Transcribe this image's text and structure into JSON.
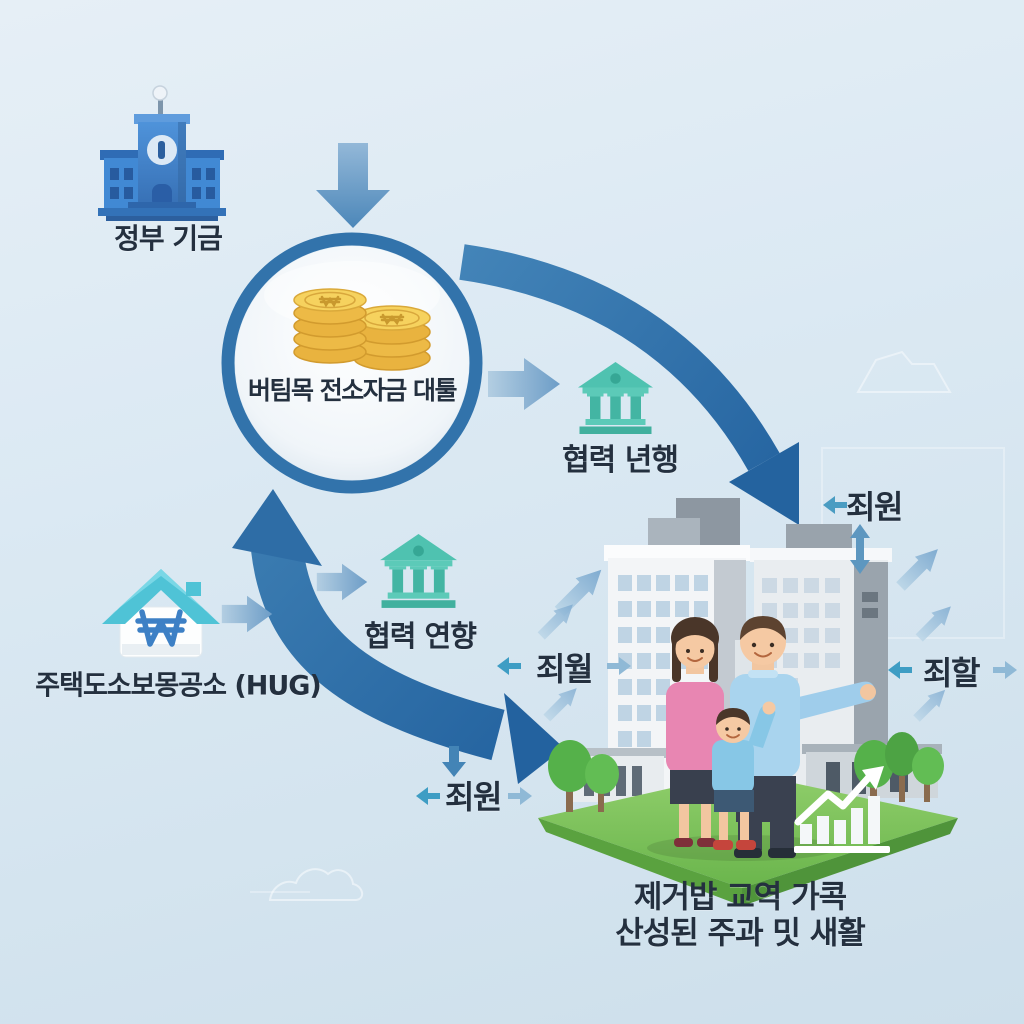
{
  "labels": {
    "government": "정부 기금",
    "fund": "버팀목 전소자금 대툴",
    "bank_top": "협력 년행",
    "bank_mid": "협력 연향",
    "hug": "주택도소보몽공소 (HUG)",
    "support_top": "죄원",
    "support_left": "죄월",
    "support_right": "죄할",
    "support_bottom": "죄원",
    "caption_line1": "제거밥 교역 가콕",
    "caption_line2": "산성된 주과 밋 새활"
  },
  "icons": {
    "government": "government-building-icon",
    "fund": "coin-stacks-icon",
    "bank_top": "bank-columns-icon",
    "bank_mid": "bank-columns-icon",
    "hug": "house-won-icon",
    "scene": "family-apartments-illustration",
    "chart": "growth-bar-chart-icon"
  },
  "palette": {
    "background_top": "#e6eff6",
    "background_bottom": "#cddfeb",
    "flow_arrow_blue": "#2e6da6",
    "small_arrow_blue": "#7fa9cd",
    "circle_ring": "#3273ab",
    "coin_gold": "#f2c552",
    "government_blue": "#4189d4",
    "bank_teal": "#4fc2b0",
    "house_roof_teal": "#4fc3d6",
    "won_blue": "#3d80c5",
    "grass_green": "#7cc25e",
    "text_dark": "#24303f"
  }
}
